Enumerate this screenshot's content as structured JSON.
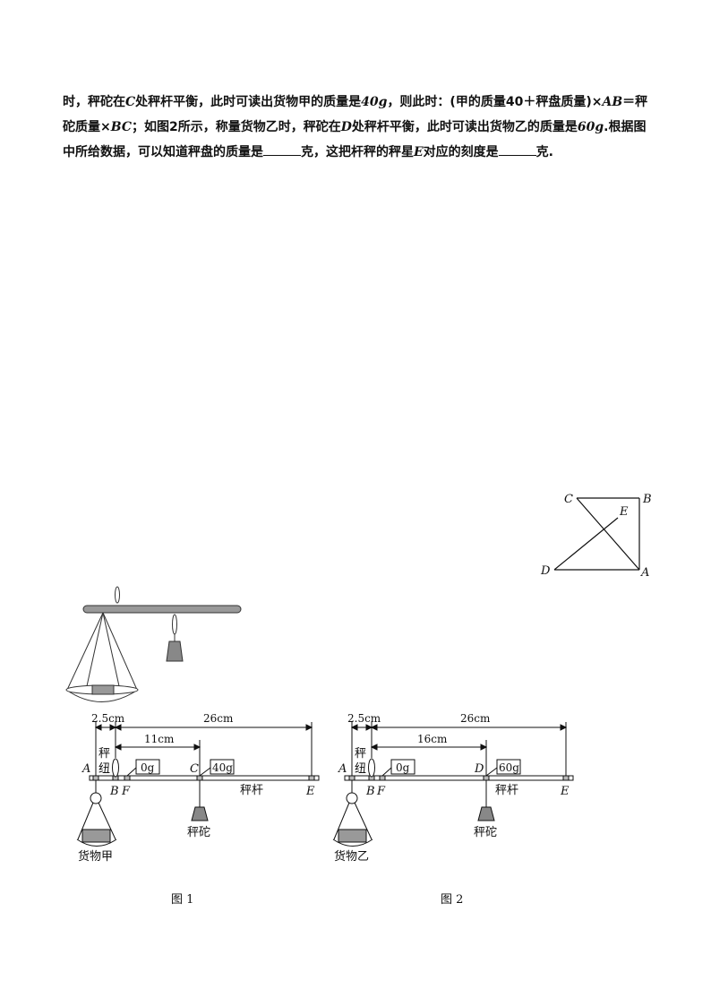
{
  "problem": {
    "s1": "时，秤砣在",
    "v1": "C",
    "s2": "处秤杆平衡，此时可读出货物甲的质量是",
    "v2": "40g",
    "s3": "，则此时：(甲的质量",
    "v3": "40",
    "s4": "＋秤盘质量)×",
    "v4": "AB",
    "s5": "＝秤砣质量×",
    "v5": "BC",
    "s6": "；如图2所示，称量货物乙时，秤砣在",
    "v6": "D",
    "s7": "处秤杆平衡，此时可读出货物乙的质量是",
    "v7": "60g",
    "s8": ".根据图中所给数据，可以知道秤盘的质量是",
    "s9": "克，这把杆秤的秤星",
    "v8": "E",
    "s10": "对应的刻度是",
    "s11": "克."
  },
  "square_figure": {
    "labels": [
      "C",
      "B",
      "E",
      "D",
      "A"
    ]
  },
  "figure1": {
    "dim_ab": "2.5cm",
    "dim_be": "26cm",
    "dim_bc": "11cm",
    "knob_label_1": "秤",
    "knob_label_2": "纽",
    "point_labels": [
      "A",
      "B",
      "F",
      "C",
      "E"
    ],
    "tag_zero": "0g",
    "tag_c": "40g",
    "rod_label": "秤杆",
    "weight_label": "秤砣",
    "goods_label": "货物甲",
    "caption": "图 1"
  },
  "figure2": {
    "dim_ab": "2.5cm",
    "dim_be": "26cm",
    "dim_bd": "16cm",
    "knob_label_1": "秤",
    "knob_label_2": "纽",
    "point_labels": [
      "A",
      "B",
      "F",
      "D",
      "E"
    ],
    "tag_zero": "0g",
    "tag_d": "60g",
    "rod_label": "秤杆",
    "weight_label": "秤砣",
    "goods_label": "货物乙",
    "caption": "图 2"
  }
}
